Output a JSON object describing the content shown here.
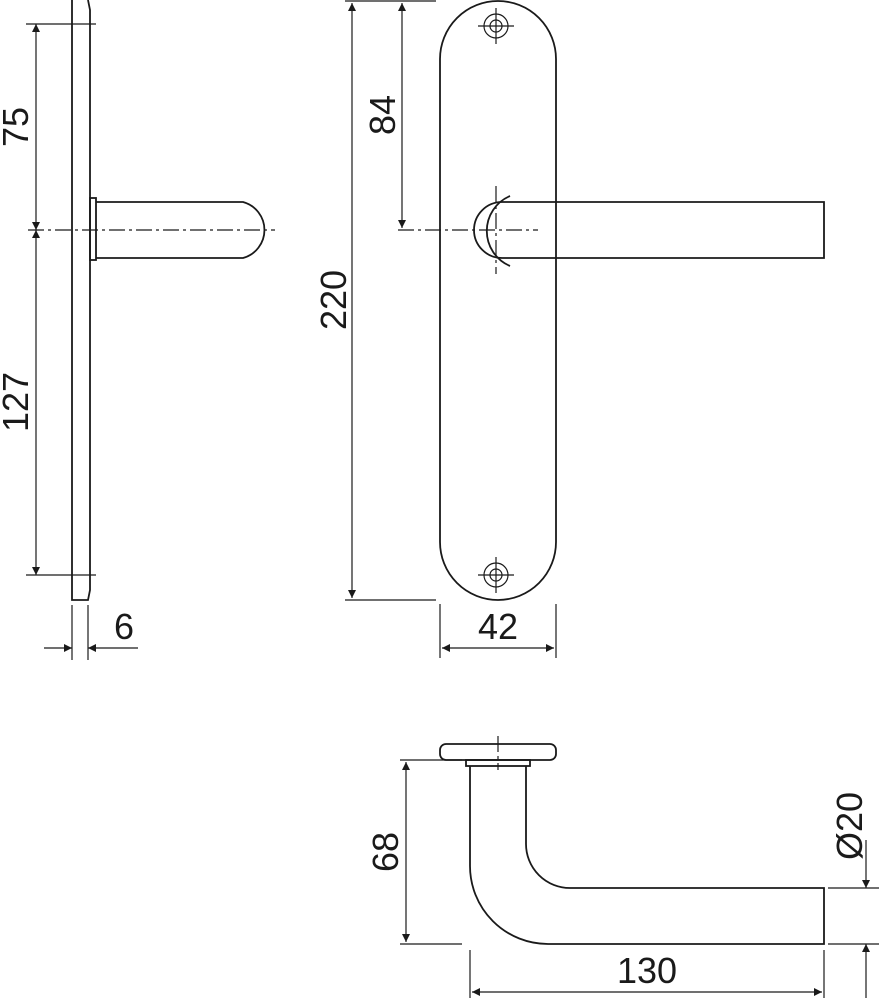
{
  "dimensions": {
    "plate_upper": "75",
    "plate_lower": "127",
    "plate_thickness": "6",
    "plate_height": "220",
    "spindle_offset": "84",
    "plate_width": "42",
    "lever_height": "68",
    "lever_diameter": "Ø20",
    "lever_length": "130"
  }
}
